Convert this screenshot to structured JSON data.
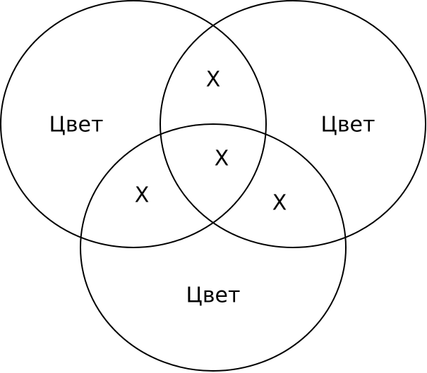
{
  "diagram": {
    "sets": [
      {
        "label": "Цвет"
      },
      {
        "label": "Цвет"
      },
      {
        "label": "Цвет"
      }
    ],
    "intersections": {
      "top_pair": "X",
      "left_pair": "X",
      "right_pair": "X",
      "center": "X"
    },
    "colors": {
      "stroke": "#000000",
      "text": "#000000",
      "background": "#ffffff"
    }
  }
}
